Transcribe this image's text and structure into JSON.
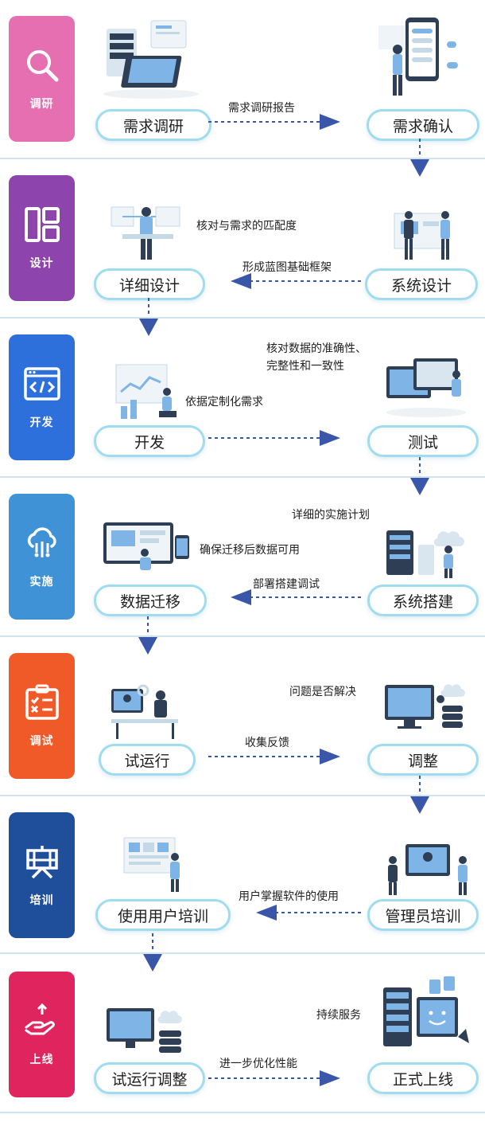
{
  "stages": [
    {
      "label": "调研",
      "color": "#e56fb0",
      "icon": "search-icon"
    },
    {
      "label": "设计",
      "color": "#8e44ad",
      "icon": "layout-icon"
    },
    {
      "label": "开发",
      "color": "#2d6fdb",
      "icon": "code-window-icon"
    },
    {
      "label": "实施",
      "color": "#3f92d6",
      "icon": "cloud-network-icon"
    },
    {
      "label": "调试",
      "color": "#f05a28",
      "icon": "checklist-clipboard-icon"
    },
    {
      "label": "培训",
      "color": "#1f4f9a",
      "icon": "training-board-icon"
    },
    {
      "label": "上线",
      "color": "#e0245e",
      "icon": "hand-upload-icon"
    }
  ],
  "steps": {
    "s1": {
      "left": "需求调研",
      "right": "需求确认",
      "link": "需求调研报告"
    },
    "s2": {
      "left": "详细设计",
      "right": "系统设计",
      "link": "形成蓝图基础框架",
      "note": "核对与需求的匹配度"
    },
    "s3": {
      "left": "开发",
      "right": "测试",
      "note_left": "依据定制化需求",
      "note_right_1": "核对数据的准确性、",
      "note_right_2": "完整性和一致性"
    },
    "s4": {
      "left": "数据迁移",
      "right": "系统搭建",
      "link": "部署搭建调试",
      "note_left": "确保迁移后数据可用",
      "note_right": "详细的实施计划"
    },
    "s5": {
      "left": "试运行",
      "right": "调整",
      "link": "收集反馈",
      "note_right": "问题是否解决"
    },
    "s6": {
      "left": "使用用户培训",
      "right": "管理员培训",
      "link": "用户掌握软件的使用"
    },
    "s7": {
      "left": "试运行调整",
      "right": "正式上线",
      "link": "进一步优化性能",
      "note_right": "持续服务"
    }
  },
  "colors": {
    "arrow": "#3956a8",
    "pill_border": "#9fdcef",
    "separator": "#cfe6f2"
  }
}
